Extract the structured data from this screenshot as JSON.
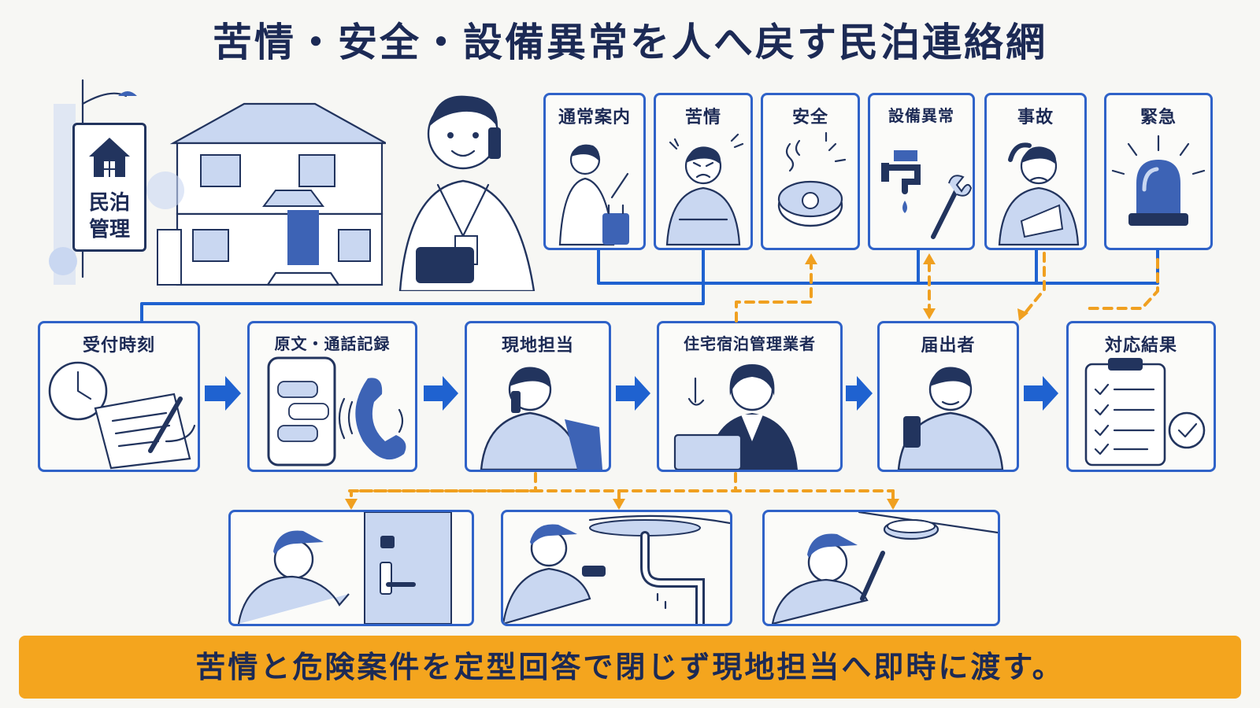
{
  "title": "苦情・安全・設備異常を人へ戻す民泊連絡網",
  "sign": {
    "label": "民泊\n管理"
  },
  "categories": [
    "通常案内",
    "苦情",
    "安全",
    "設備異常",
    "事故",
    "緊急"
  ],
  "flow_steps": [
    "受付時刻",
    "原文・通話記録",
    "現地担当",
    "住宅宿泊管理業者",
    "届出者",
    "対応結果"
  ],
  "field_tasks": [
    {
      "name": "lock-inspection",
      "icon": "door-lock-icon"
    },
    {
      "name": "pipe-inspection",
      "icon": "leaking-pipe-icon"
    },
    {
      "name": "alarm-inspection",
      "icon": "smoke-detector-icon"
    }
  ],
  "banner": "苦情と危険案件を定型回答で閉じず現地担当へ即時に渡す。",
  "colors": {
    "panel_border": "#2f62c8",
    "flow_arrow": "#1f62d0",
    "escalation_dashed": "#f0a020",
    "banner_bg": "#f4a51e",
    "title_text": "#1c2a55"
  }
}
